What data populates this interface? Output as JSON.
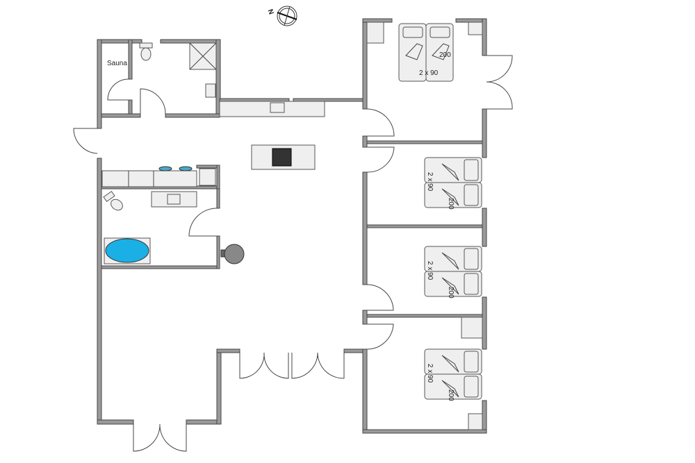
{
  "plan": {
    "compass_label": "N",
    "rooms": {
      "sauna": "Sauna"
    },
    "beds": [
      {
        "width_label": "2 x 90",
        "length_label": "200"
      },
      {
        "width_label": "2 x 90",
        "length_label": "200"
      },
      {
        "width_label": "2 x 90",
        "length_label": "200"
      },
      {
        "width_label": "2 x 90",
        "length_label": "200"
      }
    ],
    "colors": {
      "wall": "#9a9a9a",
      "bathtub": "#1ab0e6"
    }
  }
}
